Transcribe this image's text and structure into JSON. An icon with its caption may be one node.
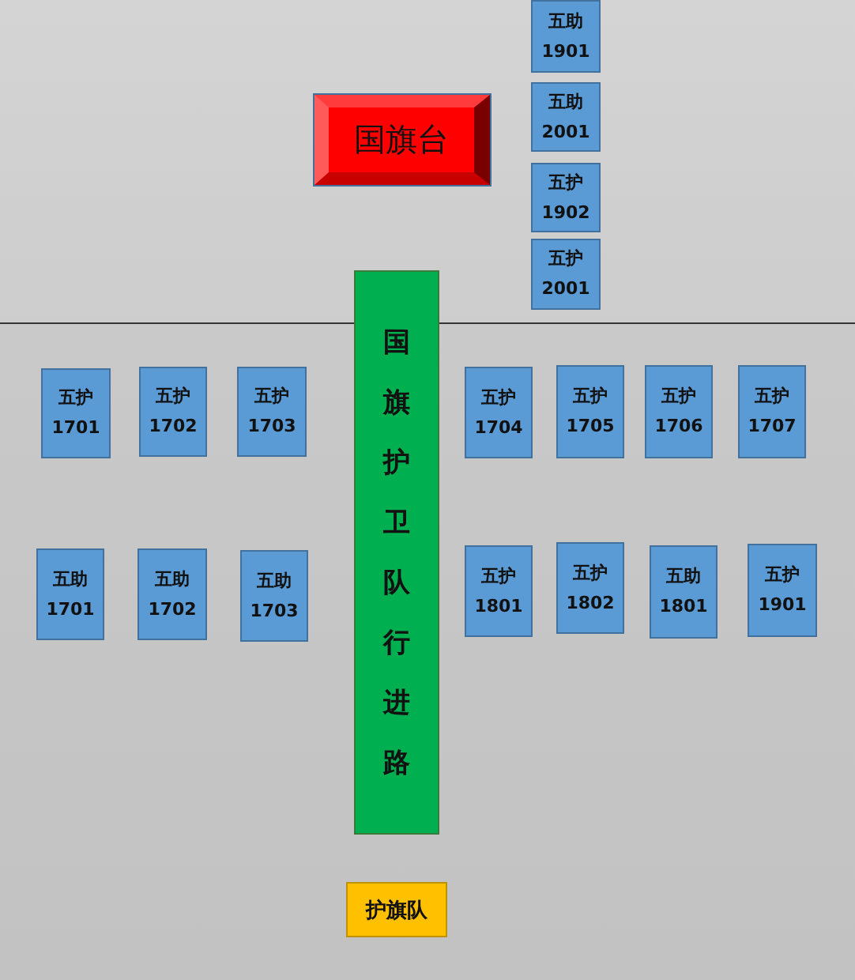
{
  "diagram": {
    "nodes": [
      {
        "text": [
          "五助",
          "1901"
        ]
      },
      {
        "text": [
          "国旗台"
        ]
      },
      {
        "text": [
          "五助",
          "2001"
        ]
      },
      {
        "text": [
          "五护",
          "1902"
        ]
      },
      {
        "text": [
          "五护",
          "2001"
        ]
      },
      {
        "text": [
          "国旗护卫队行进路"
        ]
      },
      {
        "text": [
          "五护",
          "1701"
        ]
      },
      {
        "text": [
          "五护",
          "1702"
        ]
      },
      {
        "text": [
          "五护",
          "1703"
        ]
      },
      {
        "text": [
          "五护",
          "1704"
        ]
      },
      {
        "text": [
          "五护",
          "1705"
        ]
      },
      {
        "text": [
          "五护",
          "1706"
        ]
      },
      {
        "text": [
          "五护",
          "1707"
        ]
      },
      {
        "text": [
          "五助",
          "1701"
        ]
      },
      {
        "text": [
          "五助",
          "1702"
        ]
      },
      {
        "text": [
          "五助",
          "1703"
        ]
      },
      {
        "text": [
          "五护",
          "1801"
        ]
      },
      {
        "text": [
          "五护",
          "1802"
        ]
      },
      {
        "text": [
          "五助",
          "1801"
        ]
      },
      {
        "text": [
          "五护",
          "1901"
        ]
      },
      {
        "text": [
          "护旗队"
        ]
      }
    ]
  }
}
